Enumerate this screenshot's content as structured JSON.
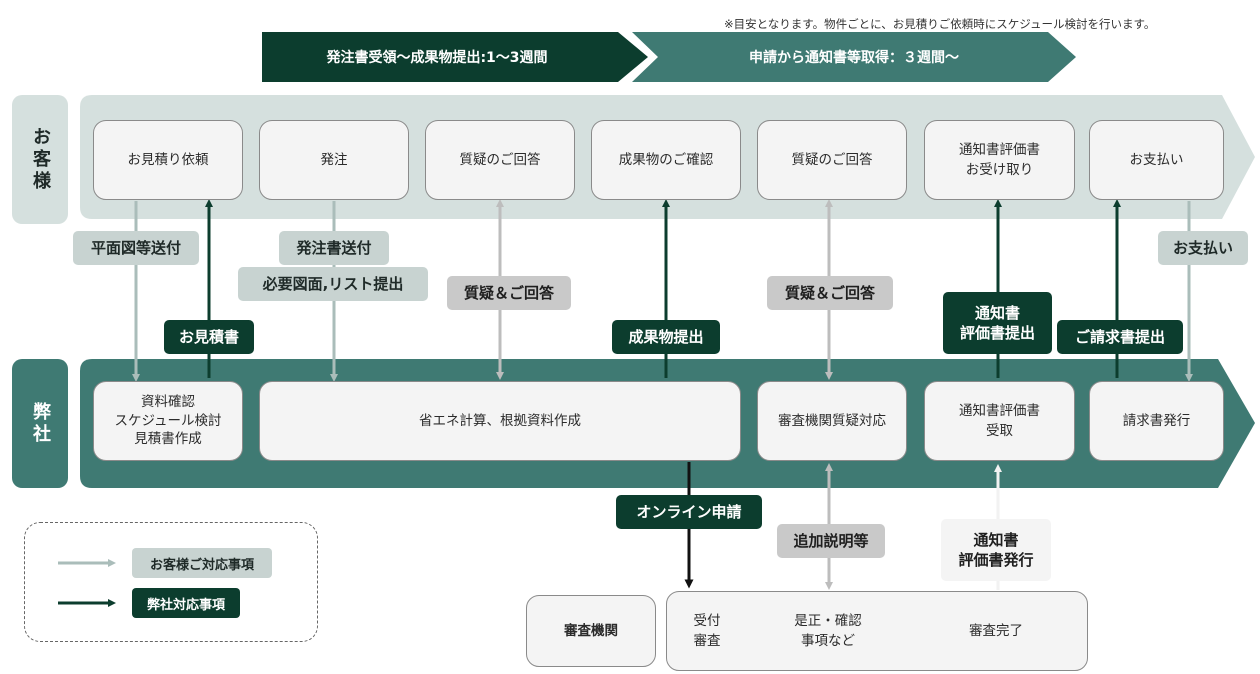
{
  "note": "※目安となります。物件ごとに、お見積りご依頼時にスケジュール検討を行います。",
  "phases": [
    {
      "label": "発注書受領〜成果物提出:1〜3週間"
    },
    {
      "label": "申請から通知書等取得：３週間〜"
    }
  ],
  "lanes": {
    "customer": "お客様",
    "company": "弊社"
  },
  "customer_steps": [
    "お見積り依頼",
    "発注",
    "質疑のご回答",
    "成果物のご確認",
    "質疑のご回答",
    "通知書評価書\nお受け取り",
    "お支払い"
  ],
  "company_steps": [
    "資料確認\nスケジュール検討\n見積書作成",
    "省エネ計算、根拠資料作成",
    "審査機関質疑対応",
    "通知書評価書\n受取",
    "請求書発行"
  ],
  "flow_labels": {
    "floor_plan": "平面図等送付",
    "estimate": "お見積書",
    "order_sent": "発注書送付",
    "drawings": "必要図面,リスト提出",
    "qa1": "質疑＆ご回答",
    "deliverable": "成果物提出",
    "qa2": "質疑＆ご回答",
    "notice_submit": "通知書\n評価書提出",
    "invoice_submit": "ご請求書提出",
    "payment": "お支払い",
    "online": "オンライン申請",
    "extra": "追加説明等",
    "notice_issue": "通知書\n評価書発行"
  },
  "review": {
    "agency": "審査機関",
    "intake": "受付\n審査",
    "correction": "是正・確認\n事項など",
    "complete": "審査完了"
  },
  "legend": {
    "customer": "お客様ご対応事項",
    "company": "弊社対応事項"
  },
  "colors": {
    "dark_green": "#0c3d2e",
    "teal": "#3f7a73",
    "light_band": "#d5e0de",
    "light_arrow": "#aabdba",
    "gray_arrow": "#bdbdbd"
  }
}
